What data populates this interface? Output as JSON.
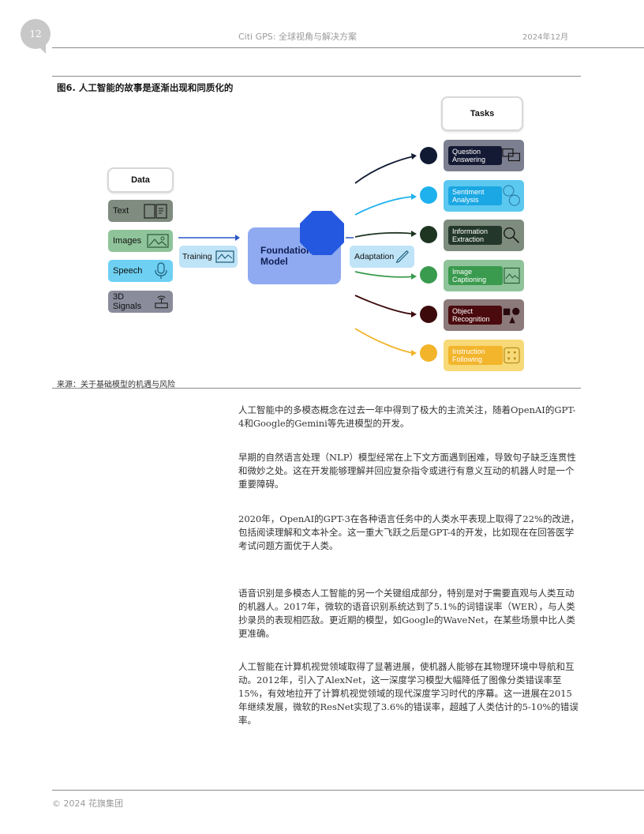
{
  "header": {
    "page_number": "12",
    "title": "Citi GPS: 全球视角与解决方案",
    "date": "2024年12月"
  },
  "figure": {
    "title": "图6. 人工智能的故事是逐渐出现和同质化的",
    "source": "来源：关于基础模型的机遇与风险",
    "data_header": "Data",
    "tasks_header": "Tasks",
    "data_items": [
      {
        "label": "Text",
        "color": "#7f8c7f",
        "icon": "book-icon"
      },
      {
        "label": "Images",
        "color": "#8fc49a",
        "icon": "image-icon"
      },
      {
        "label": "Speech",
        "color": "#6ed0f2",
        "icon": "microphone-icon"
      },
      {
        "label": "3D Signals",
        "color": "#8a8c9c",
        "icon": "wifi-router-icon"
      }
    ],
    "training_label": "Training",
    "foundation_label": "Foundation Model",
    "adaptation_label": "Adaptation",
    "tasks": [
      {
        "label": "Question Answering",
        "color": "#7c7f8f",
        "label_bg": "#141a33",
        "dot": "#111a33",
        "icon": "chat-bubbles-icon"
      },
      {
        "label": "Sentiment Analysis",
        "color": "#5bc8f0",
        "label_bg": "#1aa7e3",
        "dot": "#1fb1ee",
        "icon": "emoji-faces-icon"
      },
      {
        "label": "Information Extraction",
        "color": "#7e8c7e",
        "label_bg": "#23382a",
        "dot": "#1e3522",
        "icon": "magnifier-icon"
      },
      {
        "label": "Image Captioning",
        "color": "#8fc49a",
        "label_bg": "#3a9a4e",
        "dot": "#3a9a4e",
        "icon": "picture-icon"
      },
      {
        "label": "Object Recognition",
        "color": "#8c7a7a",
        "label_bg": "#4a0a0e",
        "dot": "#3d0a0c",
        "icon": "shapes-icon"
      },
      {
        "label": "Instruction Following",
        "color": "#f7d977",
        "label_bg": "#f2b52c",
        "dot": "#f2b42a",
        "icon": "dice-icon"
      }
    ]
  },
  "paragraphs": [
    "人工智能中的多模态概念在过去一年中得到了极大的主流关注，随着OpenAI的GPT-4和Google的Gemini等先进模型的开发。",
    "早期的自然语言处理（NLP）模型经常在上下文方面遇到困难，导致句子缺乏连贯性和微妙之处。这在开发能够理解并回应复杂指令或进行有意义互动的机器人时是一个重要障碍。",
    "2020年，OpenAI的GPT-3在各种语言任务中的人类水平表现上取得了22%的改进，包括阅读理解和文本补全。这一重大飞跃之后是GPT-4的开发，比如现在在回答医学考试问题方面优于人类。",
    "语音识别是多模态人工智能的另一个关键组成部分，特别是对于需要直观与人类互动的机器人。2017年，微软的语音识别系统达到了5.1%的词错误率（WER），与人类抄录员的表现相匹敌。更近期的模型，如Google的WaveNet，在某些场景中比人类更准确。",
    "人工智能在计算机视觉领域取得了显著进展，使机器人能够在其物理环境中导航和互动。2012年，引入了AlexNet，这一深度学习模型大幅降低了图像分类错误率至15%，有效地拉开了计算机视觉领域的现代深度学习时代的序幕。这一进展在2015年继续发展，微软的ResNet实现了3.6%的错误率，超越了人类估计的5-10%的错误率。"
  ],
  "footer": {
    "copyright": "© 2024 花旗集团"
  }
}
